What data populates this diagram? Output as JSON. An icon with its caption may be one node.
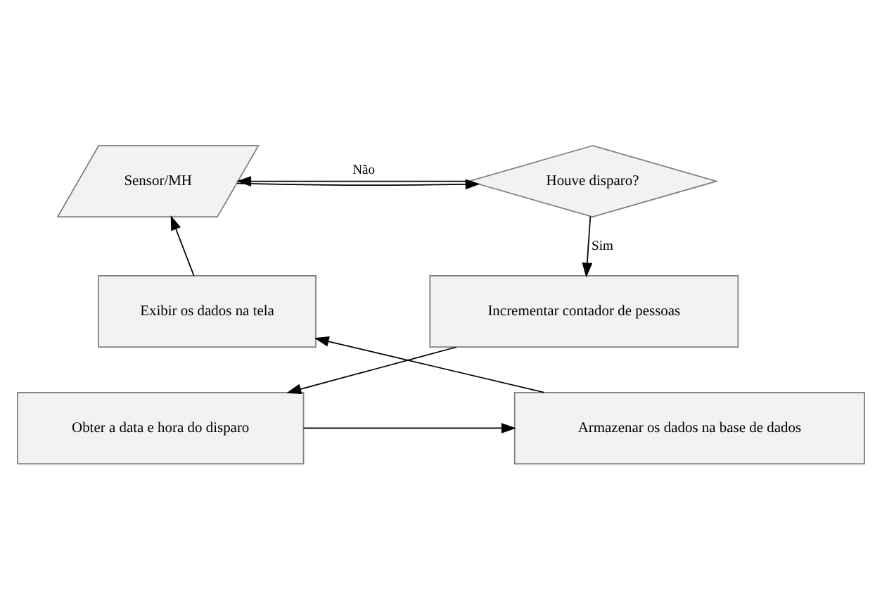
{
  "diagram": {
    "nodes": [
      {
        "text": [
          "Sensor/MH"
        ]
      },
      {
        "text": [
          "Houve disparo?"
        ]
      },
      {
        "text": [
          "Incrementar contador de pessoas"
        ]
      },
      {
        "text": [
          "Obter a data e hora do disparo"
        ]
      },
      {
        "text": [
          "Armazenar os dados na base de dados"
        ]
      },
      {
        "text": [
          "Exibir os dados na tela"
        ]
      }
    ],
    "edges": [
      {
        "from": 0,
        "to": 1,
        "arrow": "to"
      },
      {
        "from": 1,
        "to": 2,
        "arrow": "to",
        "label": "Sim"
      },
      {
        "from": 2,
        "to": 3,
        "arrow": "to"
      },
      {
        "from": 3,
        "to": 4,
        "arrow": "to"
      },
      {
        "from": 4,
        "to": 5,
        "arrow": "to"
      },
      {
        "from": 5,
        "to": 0,
        "arrow": "to"
      },
      {
        "from": 1,
        "to": 0,
        "arrow": "to",
        "label": "Não"
      }
    ]
  }
}
